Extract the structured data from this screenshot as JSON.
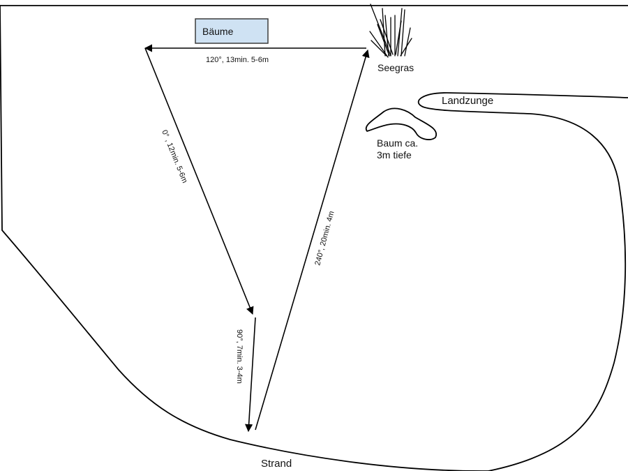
{
  "labels": {
    "trees": "Bäume",
    "seagrass": "Seegras",
    "landzunge": "Landzunge",
    "tree_depth_line1": "Baum ca.",
    "tree_depth_line2": "3m tiefe",
    "beach": "Strand"
  },
  "legs": [
    {
      "id": "leg-120",
      "text": "120°, 13min. 5-6m"
    },
    {
      "id": "leg-0",
      "text": "0° , 12min. 5-6m"
    },
    {
      "id": "leg-90",
      "text": "90°, 7min. 3-4m"
    },
    {
      "id": "leg-240",
      "text": "240°, 20min. 4m"
    }
  ],
  "colors": {
    "trees_box_fill": "#cfe2f3",
    "trees_box_stroke": "#3c3c3c",
    "line": "#000000"
  }
}
